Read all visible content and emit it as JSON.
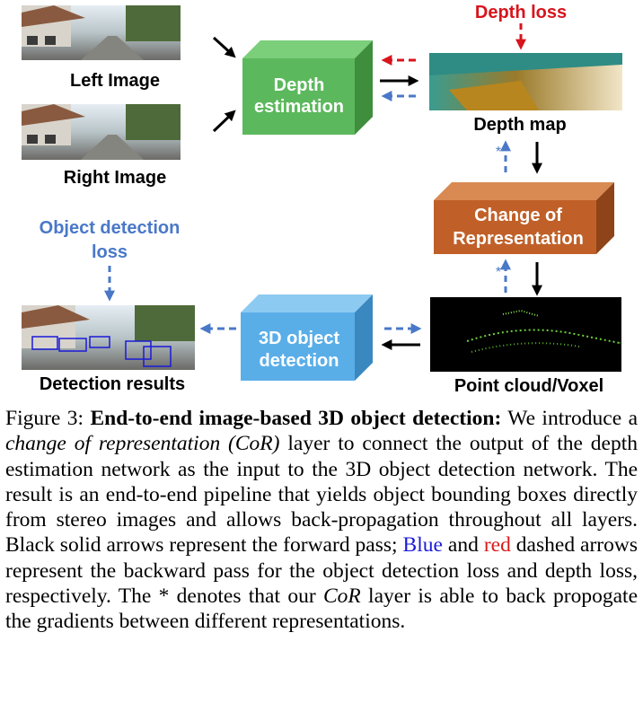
{
  "nodes": {
    "left_image": "Left Image",
    "right_image": "Right Image",
    "depth_estimation": [
      "Depth",
      "estimation"
    ],
    "depth_map": "Depth map",
    "change_of_representation": [
      "Change of",
      "Representation"
    ],
    "point_cloud": "Point cloud/Voxel",
    "detection_3d": [
      "3D object",
      "detection"
    ],
    "detection_results": "Detection results"
  },
  "losses": {
    "depth_loss": "Depth loss",
    "object_detection_loss": [
      "Object detection",
      "loss"
    ]
  },
  "star_marks": [
    "*",
    "*"
  ],
  "colors": {
    "depth_box": "#5cb85c",
    "cor_box": "#c06028",
    "detection_box": "#5aaee8",
    "blue_dashed": "#4a78c8",
    "red_dashed": "#d8141c",
    "forward": "#000000"
  },
  "caption": {
    "figure_label": "Figure 3:",
    "bold_title": "End-to-end image-based 3D object detection:",
    "t1": " We introduce a ",
    "italic1": "change of representation (CoR)",
    "t2": " layer to connect the output of the depth estimation network as the input to the 3D object detection network. The result is an end-to-end pipeline that yields object bounding boxes directly from stereo images and allows back-propagation throughout all layers. Black solid arrows represent the forward pass; ",
    "blue_word": "Blue",
    "t3": " and ",
    "red_word": "red",
    "t4": " dashed arrows represent the backward pass for the object detection loss and depth loss, respectively. The * denotes that our ",
    "italic2": "CoR",
    "t5": " layer is able to back propogate the gradients between different representations."
  }
}
